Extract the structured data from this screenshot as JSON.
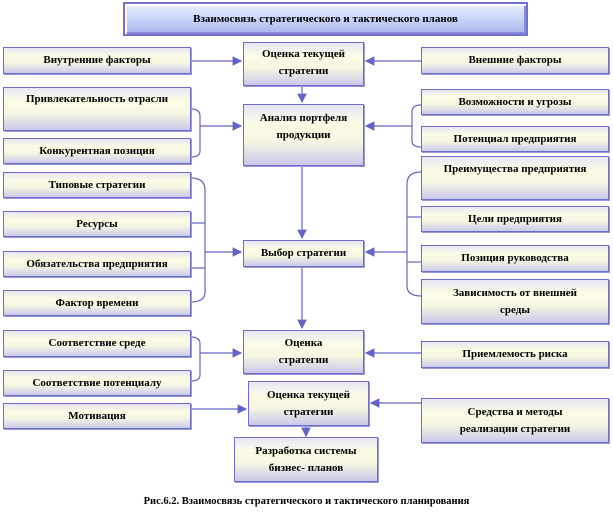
{
  "title": "Взаимосвязь стратегического и тактического планов",
  "caption": "Рис.6.2. Взаимосвязь стратегического и тактического планирования",
  "center": {
    "current_strategy_eval": "Оценка текущей стратегии",
    "portfolio_analysis": "Анализ портфеля продукции",
    "strategy_choice": "Выбор стратегии",
    "strategy_eval": "Оценка стратегии",
    "current_strategy_eval_2": "Оценка текущей стратегии",
    "business_plans": "Разработка системы бизнес- планов"
  },
  "left": [
    "Внутренние факторы",
    "Привлекательность  отрасли",
    "Конкурентная позиция",
    "Типовые стратегии",
    "Ресурсы",
    "Обязательства  предприятия",
    "Фактор времени",
    "Соответствие  среде",
    "Соответствие  потенциалу",
    "Мотивация"
  ],
  "right": [
    "Внешние факторы",
    "Возможности и угрозы",
    "Потенциал предприятия",
    "Преимущества предприятия",
    "Цели предприятия",
    "Позиция руководства",
    "Зависимость от внешней среды",
    "Приемлемость риска",
    "Средства  и методы реализации стратегии"
  ],
  "colors": {
    "line": "#6464c8",
    "border": "#6e6ec8"
  }
}
